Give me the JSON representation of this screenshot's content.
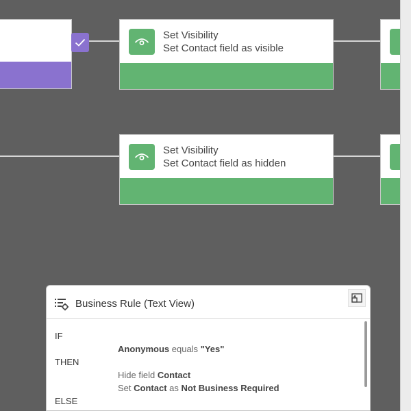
{
  "canvas": {
    "steps": [
      {
        "title": "Set Visibility",
        "subtitle": "Set Contact field as visible"
      },
      {
        "title": "Set Visibility",
        "subtitle": "Set Contact field as hidden"
      }
    ]
  },
  "panel": {
    "title": "Business Rule (Text View)",
    "if_keyword": "IF",
    "then_keyword": "THEN",
    "else_keyword": "ELSE",
    "condition": {
      "field": "Anonymous",
      "operator": "equals",
      "value": "\"Yes\""
    },
    "actions": [
      {
        "verb": "Hide field",
        "field": "Contact"
      },
      {
        "verb": "Set",
        "field": "Contact",
        "connector": "as",
        "value": "Not Business Required"
      }
    ]
  },
  "icons": {
    "visibility": "eye-icon",
    "check": "check-icon",
    "rule": "rule-settings-icon",
    "expand": "expand-icon"
  },
  "colors": {
    "canvas": "#5f5f5f",
    "action_green": "#62b472",
    "condition_purple": "#8a72cf"
  }
}
